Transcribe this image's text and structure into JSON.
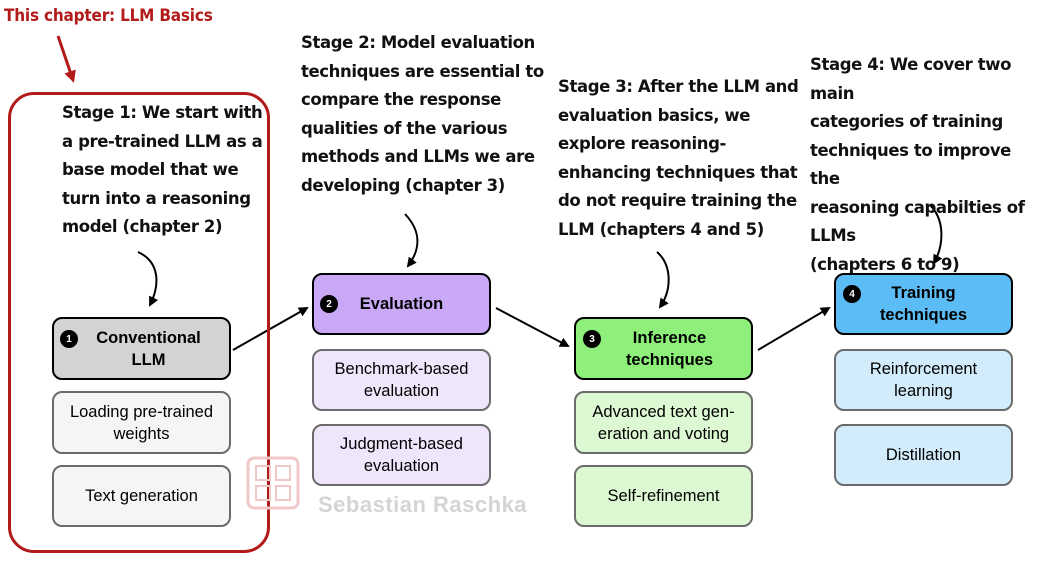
{
  "chapter_label": "This chapter: LLM Basics",
  "stages": [
    {
      "description": "Stage 1: We start with\na pre-trained LLM as a\nbase model that we\nturn into a reasoning\nmodel (chapter 2)",
      "badge": "1",
      "header": "Conventional\nLLM",
      "items": [
        "Loading pre-trained\nweights",
        "Text generation"
      ]
    },
    {
      "description": "Stage 2: Model evaluation\ntechniques are essential to\ncompare the response\nqualities of the various\nmethods and LLMs we are\ndeveloping (chapter 3)",
      "badge": "2",
      "header": "Evaluation",
      "items": [
        "Benchmark-based\nevaluation",
        "Judgment-based\nevaluation"
      ]
    },
    {
      "description": "Stage 3: After the LLM and\nevaluation basics, we\nexplore reasoning-\nenhancing techniques that\ndo not require training the\nLLM (chapters 4 and 5)",
      "badge": "3",
      "header": "Inference\ntechniques",
      "items": [
        "Advanced text gen-\neration and voting",
        "Self-refinement"
      ]
    },
    {
      "description": "Stage 4: We cover two main\ncategories of training\ntechniques to improve the\nreasoning capabilties of LLMs\n(chapters 6 to 9)",
      "badge": "4",
      "header": "Training\ntechniques",
      "items": [
        "Reinforcement\nlearning",
        "Distillation"
      ]
    }
  ],
  "watermark": "Sebastian Raschka",
  "colors": {
    "accent_red": "#b31b1b",
    "stage1_header": "#d3d3d3",
    "stage1_item": "#f5f5f5",
    "stage2_header": "#c9a8f5",
    "stage2_item": "#efe6fb",
    "stage3_header": "#8ef07a",
    "stage3_item": "#ddf9d3",
    "stage4_header": "#5cbcf5",
    "stage4_item": "#d2ecfb"
  }
}
